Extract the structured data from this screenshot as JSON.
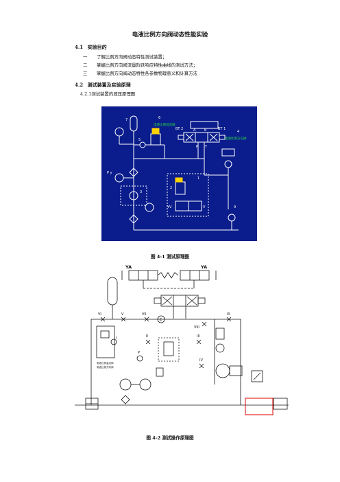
{
  "doc": {
    "title": "电液比例方向阀动态性能实验",
    "s41": {
      "num": "4.1",
      "title": "实验目的"
    },
    "aims": [
      {
        "n": "一",
        "text": "了解比例方向阀动态特性测试装置；"
      },
      {
        "n": "二",
        "text": "掌握比例方向阀流量阶跃响应特性曲线的测试方法；"
      },
      {
        "n": "三",
        "text": "掌握比例方向阀动态特性各参数物理意义和计算方法"
      }
    ],
    "s42": {
      "num": "4.2",
      "title": "测试装置及实验原理"
    },
    "s421": "4.2.1测试装置的液压原理图",
    "fig1_caption": "图 4-1   测试原理图",
    "fig2_caption": "图 4-2   测试操作原理图",
    "fig1": {
      "labels": {
        "n7": "7",
        "n6": "6",
        "n5": "5",
        "n4": "4",
        "n3": "3",
        "n2": "2",
        "n1": "1",
        "n9": "9",
        "e6": "电液比例溢流阀",
        "e4": "电液比例方向阀",
        "bt2": "BT 2",
        "bt1": "BT 1",
        "a": "A",
        "b": "B",
        "p": "P",
        "t": "T",
        "py": "P y",
        "yv": "YV",
        "v": "V"
      }
    },
    "fig2": {
      "labels": {
        "ya_l": "YA",
        "ya_r": "YA",
        "vi": "VI",
        "v": "V",
        "vii": "VII",
        "e": "E",
        "viii": "VIII",
        "ix": "IX",
        "ii": "II",
        "iii": "III",
        "iv": "IV",
        "i": "I",
        "p": "P",
        "note1": "电液比例溢流阀",
        "note2": "电液比例方向阀"
      }
    }
  }
}
